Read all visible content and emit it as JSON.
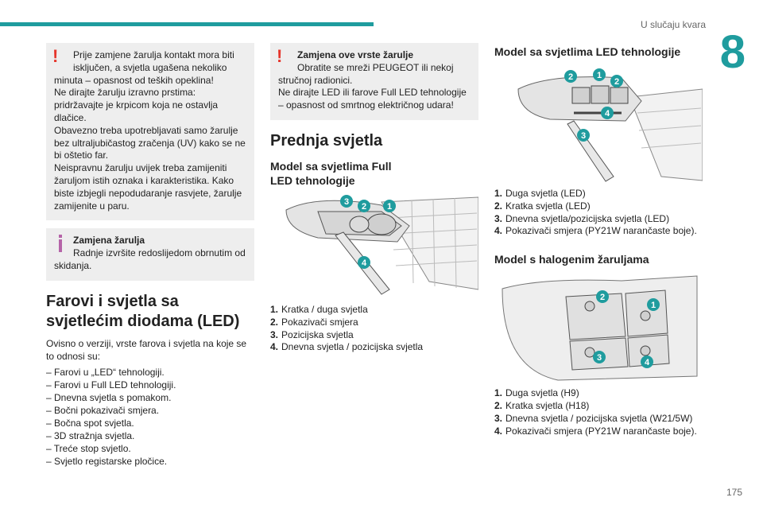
{
  "header": {
    "section_title": "U slučaju kvara",
    "chapter": "8",
    "page_number": "175"
  },
  "accent_color": "#1f9c9e",
  "warning_color": "#e6352b",
  "info_color": "#b564a8",
  "col1": {
    "warning": {
      "first": "Prije zamjene žarulja kontakt mora biti isključen, a svjetla ugašena nekoliko",
      "rest": "minuta – opasnost od teških opeklina!",
      "p2": "Ne dirajte žarulju izravno prstima: pridržavajte je krpicom koja ne ostavlja dlačice.",
      "p3": "Obavezno treba upotrebljavati samo žarulje bez ultraljubičastog zračenja (UV) kako se ne bi oštetio far.",
      "p4": "Neispravnu žarulju uvijek treba zamijeniti žaruljom istih oznaka i karakteristika. Kako biste izbjegli nepodudaranje rasvjete, žarulje zamijenite u paru."
    },
    "info": {
      "title": "Zamjena žarulja",
      "text_first": "Radnje izvršite redoslijedom obrnutim od",
      "text_rest": "skidanja."
    },
    "heading": "Farovi i svjetla sa svjetlećim diodama (LED)",
    "intro": "Ovisno o verziji, vrste farova i svjetla na koje se to odnosi su:",
    "items": [
      "Farovi u „LED“ tehnologiji.",
      "Farovi u Full LED tehnologiji.",
      "Dnevna svjetla s pomakom.",
      "Bočni pokazivači smjera.",
      "Bočna spot svjetla.",
      "3D stražnja svjetla.",
      "Treće stop svjetlo.",
      "Svjetlo registarske pločice."
    ]
  },
  "col2": {
    "warning": {
      "title": "Zamjena ove vrste žarulje",
      "first": "Obratite se mreži PEUGEOT ili nekoj",
      "rest": "stručnoj radionici.",
      "p2": "Ne dirajte LED ili farove Full LED tehnologije – opasnost od smrtnog električnog udara!"
    },
    "heading": "Prednja svjetla",
    "subheading": "Model sa svjetlima Full LED tehnologije",
    "items": [
      {
        "n": "1.",
        "t": "Kratka / duga svjetla"
      },
      {
        "n": "2.",
        "t": "Pokazivači smjera"
      },
      {
        "n": "3.",
        "t": "Pozicijska svjetla"
      },
      {
        "n": "4.",
        "t": "Dnevna svjetla / pozicijska svjetla"
      }
    ]
  },
  "col3": {
    "subheading1": "Model sa svjetlima LED tehnologije",
    "items1": [
      {
        "n": "1.",
        "t": "Duga svjetla (LED)"
      },
      {
        "n": "2.",
        "t": "Kratka svjetla (LED)"
      },
      {
        "n": "3.",
        "t": "Dnevna svjetla/pozicijska svjetla (LED)"
      },
      {
        "n": "4.",
        "t": "Pokazivači smjera (PY21W narančaste boje)."
      }
    ],
    "subheading2": "Model s halogenim žaruljama",
    "items2": [
      {
        "n": "1.",
        "t": "Duga svjetla (H9)"
      },
      {
        "n": "2.",
        "t": "Kratka svjetla (H18)"
      },
      {
        "n": "3.",
        "t": "Dnevna svjetla / pozicijska svjetla (W21/5W)"
      },
      {
        "n": "4.",
        "t": "Pokazivači smjera (PY21W narančaste boje)."
      }
    ]
  },
  "callouts": {
    "c1": "1",
    "c2": "2",
    "c3": "3",
    "c4": "4"
  }
}
